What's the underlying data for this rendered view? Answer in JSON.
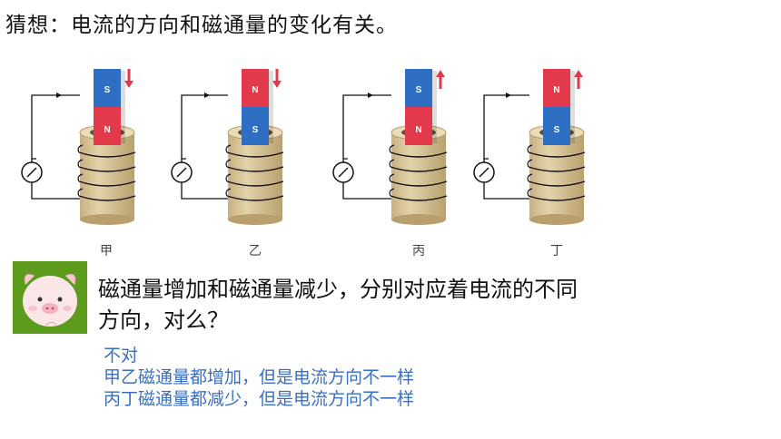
{
  "slide": {
    "title": "猜想：电流的方向和磁通量的变化有关。",
    "figures": [
      {
        "caption": "甲",
        "top_pole": "S",
        "bottom_pole": "N",
        "arrow": "down"
      },
      {
        "caption": "乙",
        "top_pole": "N",
        "bottom_pole": "S",
        "arrow": "down"
      },
      {
        "caption": "丙",
        "top_pole": "S",
        "bottom_pole": "N",
        "arrow": "up"
      },
      {
        "caption": "丁",
        "top_pole": "N",
        "bottom_pole": "S",
        "arrow": "up"
      }
    ],
    "question": "磁通量增加和磁通量减少，分别对应着电流的不同方向，对么？",
    "answer": {
      "line1": "不对",
      "line2": "甲乙磁通量都增加，但是电流方向不一样",
      "line3": "丙丁磁通量都减少，但是电流方向不一样"
    }
  },
  "colors": {
    "north": "#e23a4a",
    "south": "#2e6fc4",
    "coil": "#d9c497",
    "answer_text": "#3a6fbf",
    "avatar_bg": "#5d9b1d"
  }
}
